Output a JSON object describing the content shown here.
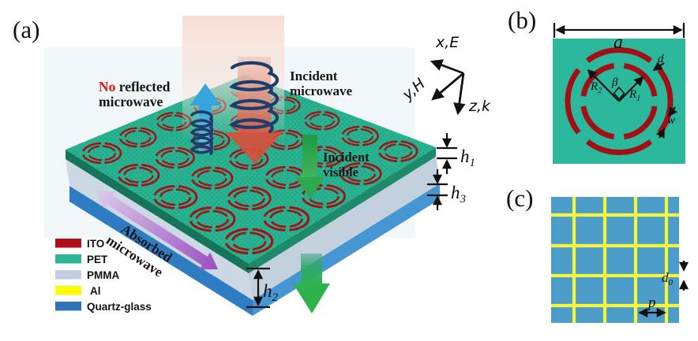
{
  "colors": {
    "ring_3d": "#a01318",
    "pet_top": "#29b391",
    "pet_side_left": "#15745a",
    "pet_side_right": "#1e8a69",
    "pmma_left": "#ccd8e4",
    "pmma_right": "#c3d0de",
    "glass_left": "#2e7cc1",
    "glass_right": "#4696d4",
    "mesh_base": "#3f92c6",
    "mesh_line": "#f2f23c",
    "panel_b_bg": "#2bb89c",
    "panel_b_ring": "#a21016",
    "panel_c_bg": "#4c9dc9",
    "panel_c_line": "#f5f53e"
  },
  "panel_a": {
    "label": "(a)",
    "no_reflected": {
      "no": "No",
      "reflected": " reflected",
      "line2": "microwave"
    },
    "incident_microwave": {
      "line1": "Incident",
      "line2": "microwave"
    },
    "incident_visible": {
      "line1": "Incident",
      "line2": "visible"
    },
    "absorbed_microwave": {
      "line1": "Absorbed",
      "line2": "microwave"
    },
    "axes": {
      "x": "x,E",
      "y": "y,H",
      "z": "z,k"
    },
    "dims": {
      "h1": {
        "base": "h",
        "sub": "1"
      },
      "h2": {
        "base": "h",
        "sub": "2"
      },
      "h3": {
        "base": "h",
        "sub": "3"
      }
    },
    "legend": [
      {
        "label": "ITO",
        "color": "#b00d18"
      },
      {
        "label": "PET",
        "color": "#2cb794"
      },
      {
        "label": "PMMA",
        "color": "#c3cfdf"
      },
      {
        "label": "Al",
        "color": "#fdfb02"
      },
      {
        "label": "Quartz-glass",
        "color": "#2f74ba"
      }
    ]
  },
  "panel_b": {
    "label": "(b)",
    "dims": {
      "a": "a",
      "d": "d",
      "beta": "β",
      "w": "w",
      "R1": {
        "base": "R",
        "sub": "1"
      },
      "R2": {
        "base": "R",
        "sub": "2"
      }
    }
  },
  "panel_c": {
    "label": "(c)",
    "dims": {
      "d0": {
        "base": "d",
        "sub": "0"
      },
      "p": "p"
    }
  }
}
